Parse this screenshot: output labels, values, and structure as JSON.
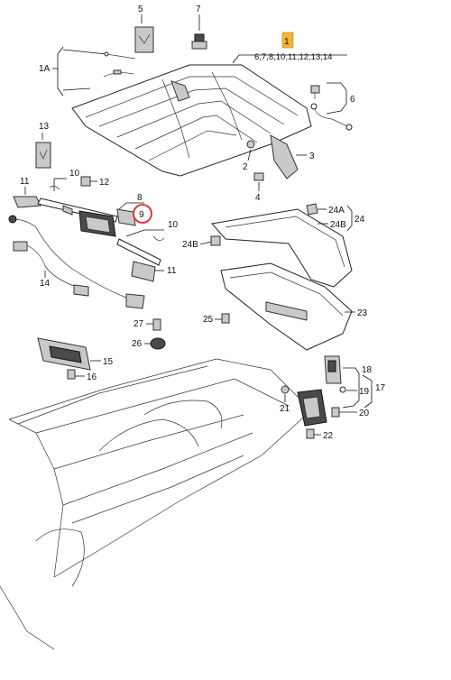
{
  "labels": {
    "l1": "1",
    "l1A": "1A",
    "l1list": "6,7,8,10,11,12,13,14",
    "l2": "2",
    "l3": "3",
    "l4": "4",
    "l5": "5",
    "l6": "6",
    "l7": "7",
    "l8": "8",
    "l9": "9",
    "l10a": "10",
    "l10b": "10",
    "l11a": "11",
    "l11b": "11",
    "l12": "12",
    "l13": "13",
    "l14": "14",
    "l15": "15",
    "l16": "16",
    "l17": "17",
    "l18": "18",
    "l19": "19",
    "l20": "20",
    "l21": "21",
    "l22": "22",
    "l23": "23",
    "l24": "24",
    "l24A": "24A",
    "l24B": "24B",
    "l24B2": "24B",
    "l25": "25",
    "l26": "26",
    "l27": "27"
  },
  "colors": {
    "highlight_box": "#f2b233",
    "highlight_circle": "#d92b2b",
    "line": "#111111"
  }
}
